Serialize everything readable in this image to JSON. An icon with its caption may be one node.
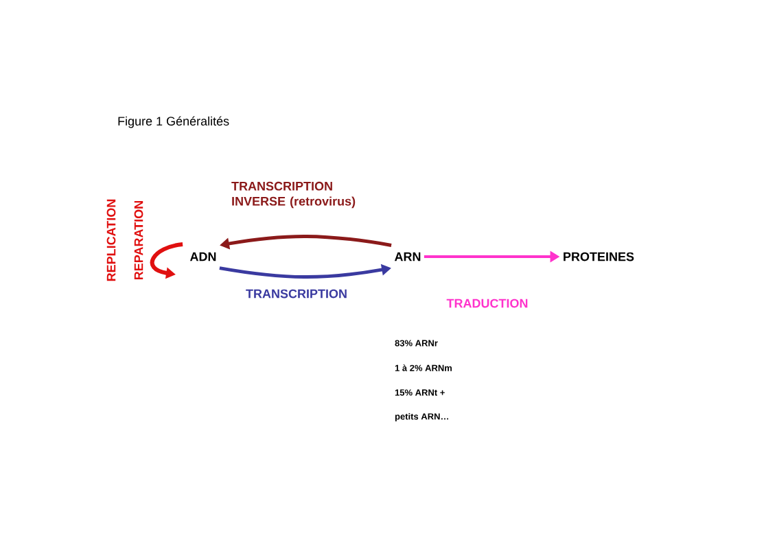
{
  "diagram": {
    "title": "Figure 1 Généralités",
    "nodes": [
      {
        "text": [
          "ADN"
        ]
      },
      {
        "text": [
          "ARN"
        ]
      },
      {
        "text": [
          "PROTEINES"
        ]
      }
    ],
    "edges": [
      {
        "from": 1,
        "to": 0,
        "arrow": "to",
        "label": "TRANSCRIPTION INVERSE (retrovirus)",
        "color": "#8b1a1a"
      },
      {
        "from": 0,
        "to": 1,
        "arrow": "to",
        "label": "TRANSCRIPTION",
        "color": "#3a3aa0"
      },
      {
        "from": 1,
        "to": 2,
        "arrow": "to",
        "label": "TRADUCTION",
        "color": "#ff33cc"
      },
      {
        "from": 0,
        "to": 0,
        "arrow": "to",
        "color": "#e01010"
      }
    ],
    "labels": [
      "REPLICATION",
      "REPARATION",
      "83% ARNr",
      "1 à 2% ARNm",
      "15% ARNt +",
      "petits ARN…"
    ]
  }
}
